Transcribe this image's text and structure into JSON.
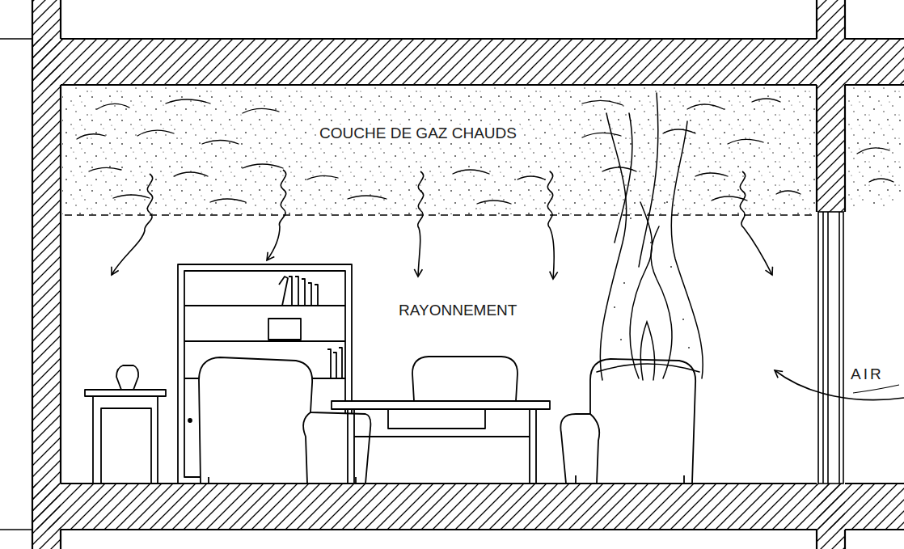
{
  "diagram": {
    "nodes": [
      {
        "text": [
          "COUCHE DE GAZ CHAUDS"
        ]
      }
    ],
    "labels": [
      "RAYONNEMENT",
      "AIR"
    ]
  }
}
